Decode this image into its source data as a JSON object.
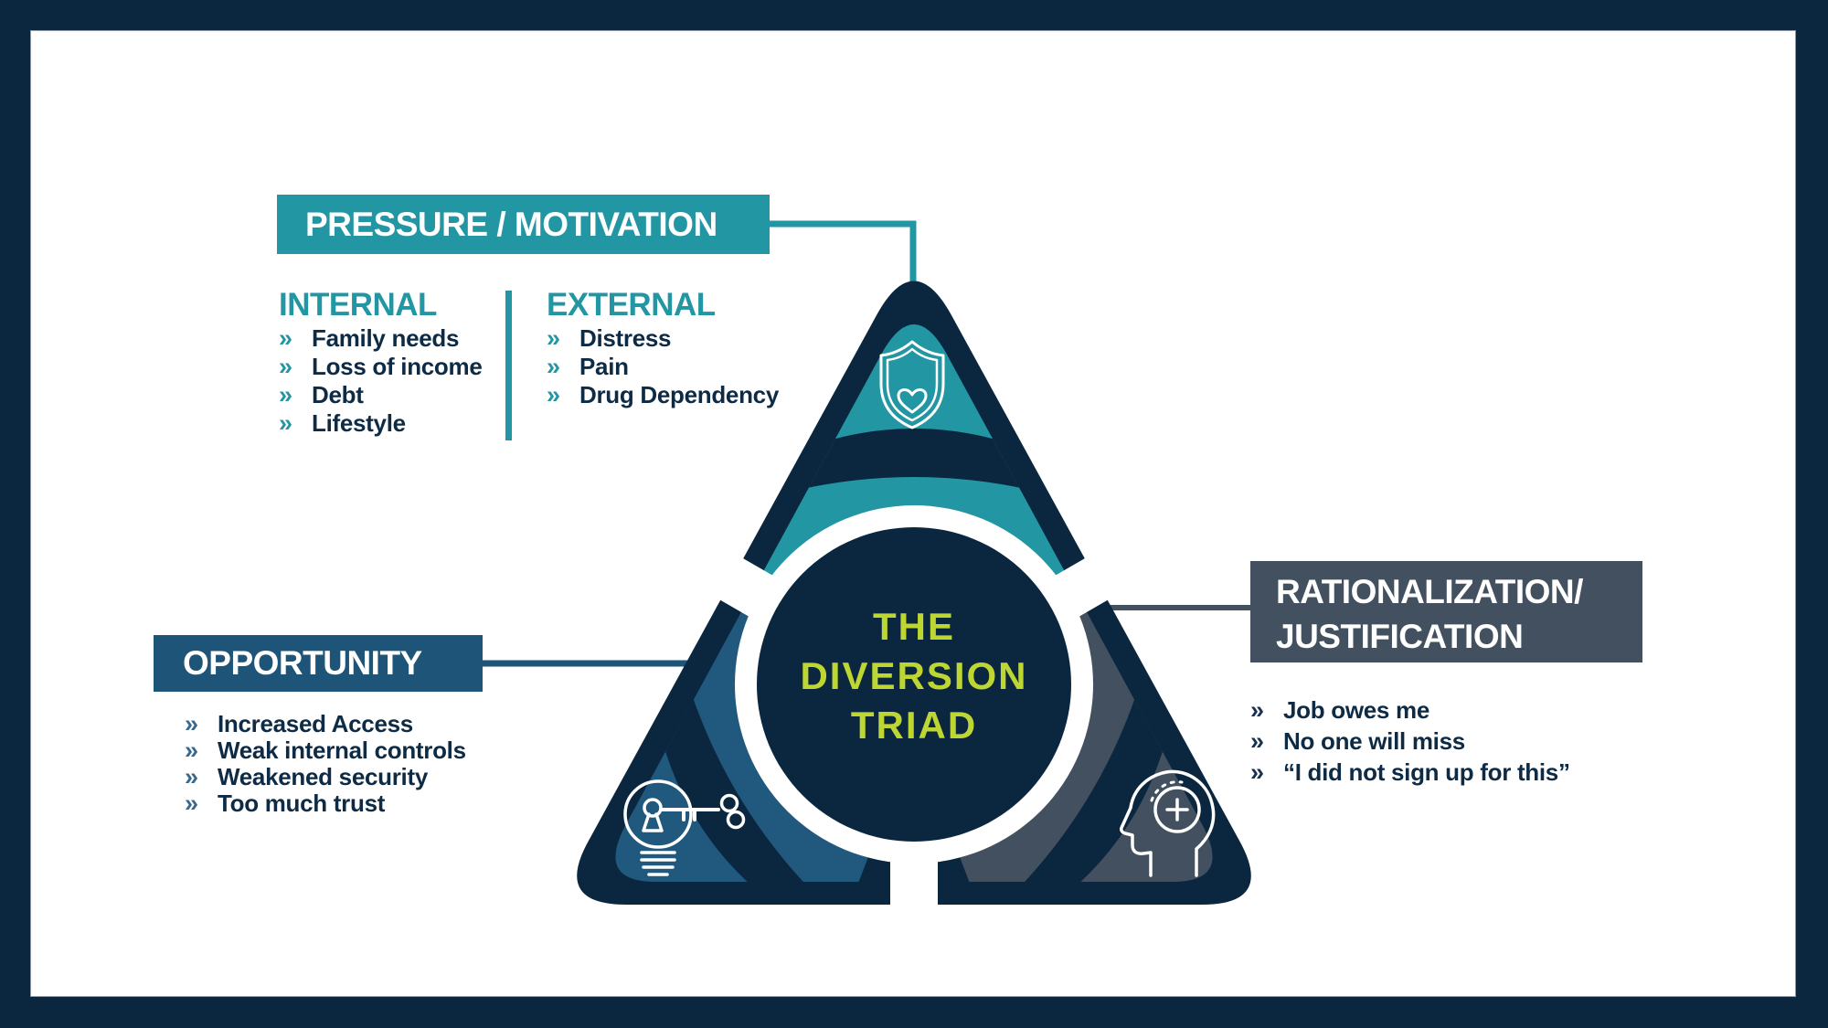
{
  "title": "THE DIVERSION TRIAD infographic",
  "colors": {
    "frame_navy": "#0b2740",
    "teal": "#2396a4",
    "blue": "#21587e",
    "slate": "#42505f",
    "lime": "#bdd631",
    "text_navy": "#0e2b46",
    "white": "#ffffff"
  },
  "chevron_glyph": "»",
  "center": {
    "lines": [
      "THE",
      "DIVERSION",
      "TRIAD"
    ]
  },
  "pressure": {
    "title": "PRESSURE / MOTIVATION",
    "internal": {
      "heading": "INTERNAL",
      "items": [
        "Family needs",
        "Loss of income",
        "Debt",
        "Lifestyle"
      ]
    },
    "external": {
      "heading": "EXTERNAL",
      "items": [
        "Distress",
        "Pain",
        "Drug Dependency"
      ]
    }
  },
  "opportunity": {
    "title": "OPPORTUNITY",
    "items": [
      "Increased Access",
      "Weak internal controls",
      "Weakened security",
      "Too much trust"
    ]
  },
  "rationalization": {
    "title_line1": "RATIONALIZATION/",
    "title_line2": "JUSTIFICATION",
    "items": [
      "Job owes me",
      "No one will miss",
      "“I did not sign up for this”"
    ]
  },
  "icons": {
    "top": "shield-heart-icon",
    "left": "lightbulb-key-icon",
    "right": "head-plus-icon"
  }
}
